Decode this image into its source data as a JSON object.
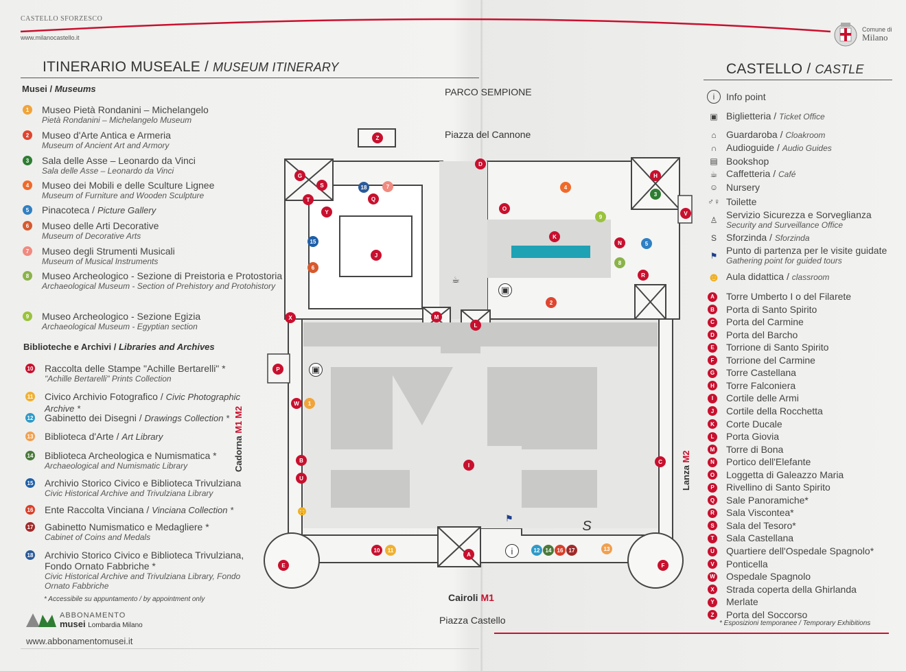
{
  "header": {
    "brand": "CASTELLO SFORZESCO",
    "brand_url": "www.milanocastello.it",
    "comune_small": "Comune di",
    "comune_name": "Milano",
    "left_title": "ITINERARIO MUSEALE",
    "left_title_en": "MUSEUM ITINERARY",
    "right_title": "CASTELLO",
    "right_title_en": "CASTLE",
    "accent_color": "#c8102e"
  },
  "museums": {
    "heading": "Musei",
    "heading_en": "Museums",
    "items": [
      {
        "n": "1",
        "color": "#f0a43a",
        "label": "Museo Pietà Rondanini – Michelangelo",
        "en": "Pietà Rondanini – Michelangelo Museum"
      },
      {
        "n": "2",
        "color": "#e0452f",
        "label": "Museo d'Arte Antica e Armeria",
        "en": "Museum of Ancient Art and Armory"
      },
      {
        "n": "3",
        "color": "#2e7d32",
        "label": "Sala delle Asse – Leonardo da Vinci",
        "en": "Sala delle Asse – Leonardo da Vinci"
      },
      {
        "n": "4",
        "color": "#f06a2a",
        "label": "Museo dei Mobili e delle Sculture Lignee",
        "en": "Museum of Furniture and Wooden Sculpture"
      },
      {
        "n": "5",
        "color": "#2f80c4",
        "label": "Pinacoteca",
        "en": "Picture Gallery",
        "inline": true
      },
      {
        "n": "6",
        "color": "#d65a2e",
        "label": "Museo delle Arti Decorative",
        "en": "Museum of Decorative Arts"
      },
      {
        "n": "7",
        "color": "#f08a80",
        "label": "Museo degli Strumenti Musicali",
        "en": "Museum of Musical Instruments"
      },
      {
        "n": "8",
        "color": "#8ab34a",
        "label": "Museo Archeologico - Sezione di Preistoria e Protostoria",
        "en": "Archaeological Museum - Section of Prehistory and Protohistory"
      },
      {
        "n": "9",
        "color": "#9ac23c",
        "label": "Museo Archeologico - Sezione Egizia",
        "en": "Archaeological Museum - Egyptian section"
      }
    ]
  },
  "libraries": {
    "heading": "Biblioteche e Archivi",
    "heading_en": "Libraries and Archives",
    "items": [
      {
        "n": "10",
        "color": "#c8102e",
        "label": "Raccolta delle Stampe \"Achille Bertarelli\" *",
        "en": "\"Achille Bertarelli\" Prints Collection"
      },
      {
        "n": "11",
        "color": "#f0b030",
        "label": "Civico Archivio Fotografico",
        "en": "Civic Photographic Archive *",
        "inline": true
      },
      {
        "n": "12",
        "color": "#2f9ac8",
        "label": "Gabinetto dei Disegni",
        "en": "Drawings Collection *",
        "inline": true
      },
      {
        "n": "13",
        "color": "#f0a050",
        "label": "Biblioteca d'Arte",
        "en": "Art Library",
        "inline": true
      },
      {
        "n": "14",
        "color": "#4a7a3a",
        "label": "Biblioteca Archeologica e Numismatica *",
        "en": "Archaeological and Numismatic Library"
      },
      {
        "n": "15",
        "color": "#1f5fa8",
        "label": "Archivio Storico Civico e Biblioteca Trivulziana",
        "en": "Civic Historical Archive and Trivulziana Library"
      },
      {
        "n": "16",
        "color": "#d8402a",
        "label": "Ente Raccolta Vinciana",
        "en": "Vinciana Collection *",
        "inline": true
      },
      {
        "n": "17",
        "color": "#a02a2a",
        "label": "Gabinetto Numismatico e Medagliere *",
        "en": "Cabinet of Coins and  Medals"
      },
      {
        "n": "18",
        "color": "#2a5a9a",
        "label": "Archivio Storico Civico e Biblioteca Trivulziana, Fondo Ornato Fabbriche *",
        "en": "Civic Historical Archive and Trivulziana Library, Fondo Ornato Fabbriche"
      }
    ],
    "footnote": "* Accessibile su appuntamento / by appointment only"
  },
  "abbonamento": {
    "line1": "ABBONAMENTO",
    "line2": "musei",
    "line3": "Lombardia Milano",
    "url": "www.abbonamentomusei.it"
  },
  "map": {
    "parco": "PARCO SEMPIONE",
    "piazza_cannone": "Piazza del Cannone",
    "cairoli": "Cairoli",
    "cairoli_line": "M1",
    "piazza_castello": "Piazza Castello",
    "cadorna": "Cadorna",
    "cadorna_lines": "M1 M2",
    "lanza": "Lanza",
    "lanza_line": "M2",
    "marker_color": "#c8102e"
  },
  "services": [
    {
      "icon": "info-icon",
      "label": "Info point",
      "en": ""
    },
    {
      "icon": "ticket-icon",
      "label": "Biglietteria",
      "en": "Ticket Office"
    },
    {
      "icon": "cloakroom-icon",
      "label": "Guardaroba",
      "en": "Cloakroom"
    },
    {
      "icon": "audioguide-icon",
      "label": "Audioguide",
      "en": "Audio Guides"
    },
    {
      "icon": "bookshop-icon",
      "label": "Bookshop",
      "en": ""
    },
    {
      "icon": "cafe-icon",
      "label": "Caffetteria",
      "en": "Café"
    },
    {
      "icon": "nursery-icon",
      "label": "Nursery",
      "en": ""
    },
    {
      "icon": "toilet-icon",
      "label": "Toilette",
      "en": ""
    },
    {
      "icon": "security-icon",
      "label": "Servizio Sicurezza e Sorveglianza",
      "en": "Security and Surveillance Office",
      "block": true
    },
    {
      "icon": "sforzinda-icon",
      "label": "Sforzinda",
      "en": "Sforzinda"
    },
    {
      "icon": "guided-tour-icon",
      "label": "Punto di partenza per le visite guidate",
      "en": "Gathering point for guided tours",
      "block": true
    },
    {
      "icon": "classroom-icon",
      "label": "Aula didattica",
      "en": "classroom"
    }
  ],
  "places": [
    {
      "l": "A",
      "label": "Torre Umberto I o del Filarete"
    },
    {
      "l": "B",
      "label": "Porta di Santo Spirito"
    },
    {
      "l": "C",
      "label": "Porta del Carmine"
    },
    {
      "l": "D",
      "label": "Porta del Barcho"
    },
    {
      "l": "E",
      "label": "Torrione di Santo Spirito"
    },
    {
      "l": "F",
      "label": "Torrione del Carmine"
    },
    {
      "l": "G",
      "label": "Torre Castellana"
    },
    {
      "l": "H",
      "label": "Torre Falconiera"
    },
    {
      "l": "I",
      "label": "Cortile delle Armi"
    },
    {
      "l": "J",
      "label": "Cortile della Rocchetta"
    },
    {
      "l": "K",
      "label": "Corte Ducale"
    },
    {
      "l": "L",
      "label": "Porta Giovia"
    },
    {
      "l": "M",
      "label": "Torre di Bona"
    },
    {
      "l": "N",
      "label": "Portico dell'Elefante"
    },
    {
      "l": "O",
      "label": "Loggetta di Galeazzo Maria"
    },
    {
      "l": "P",
      "label": "Rivellino di Santo Spirito"
    },
    {
      "l": "Q",
      "label": "Sale Panoramiche*"
    },
    {
      "l": "R",
      "label": "Sala Viscontea*"
    },
    {
      "l": "S",
      "label": "Sala del Tesoro*"
    },
    {
      "l": "T",
      "label": "Sala Castellana"
    },
    {
      "l": "U",
      "label": "Quartiere dell'Ospedale Spagnolo*"
    },
    {
      "l": "V",
      "label": "Ponticella"
    },
    {
      "l": "W",
      "label": "Ospedale Spagnolo"
    },
    {
      "l": "X",
      "label": "Strada coperta della Ghirlanda"
    },
    {
      "l": "Y",
      "label": "Merlate"
    },
    {
      "l": "Z",
      "label": "Porta del Soccorso"
    }
  ],
  "places_footnote": "* Esposizioni temporanee / Temporary Exhibitions"
}
